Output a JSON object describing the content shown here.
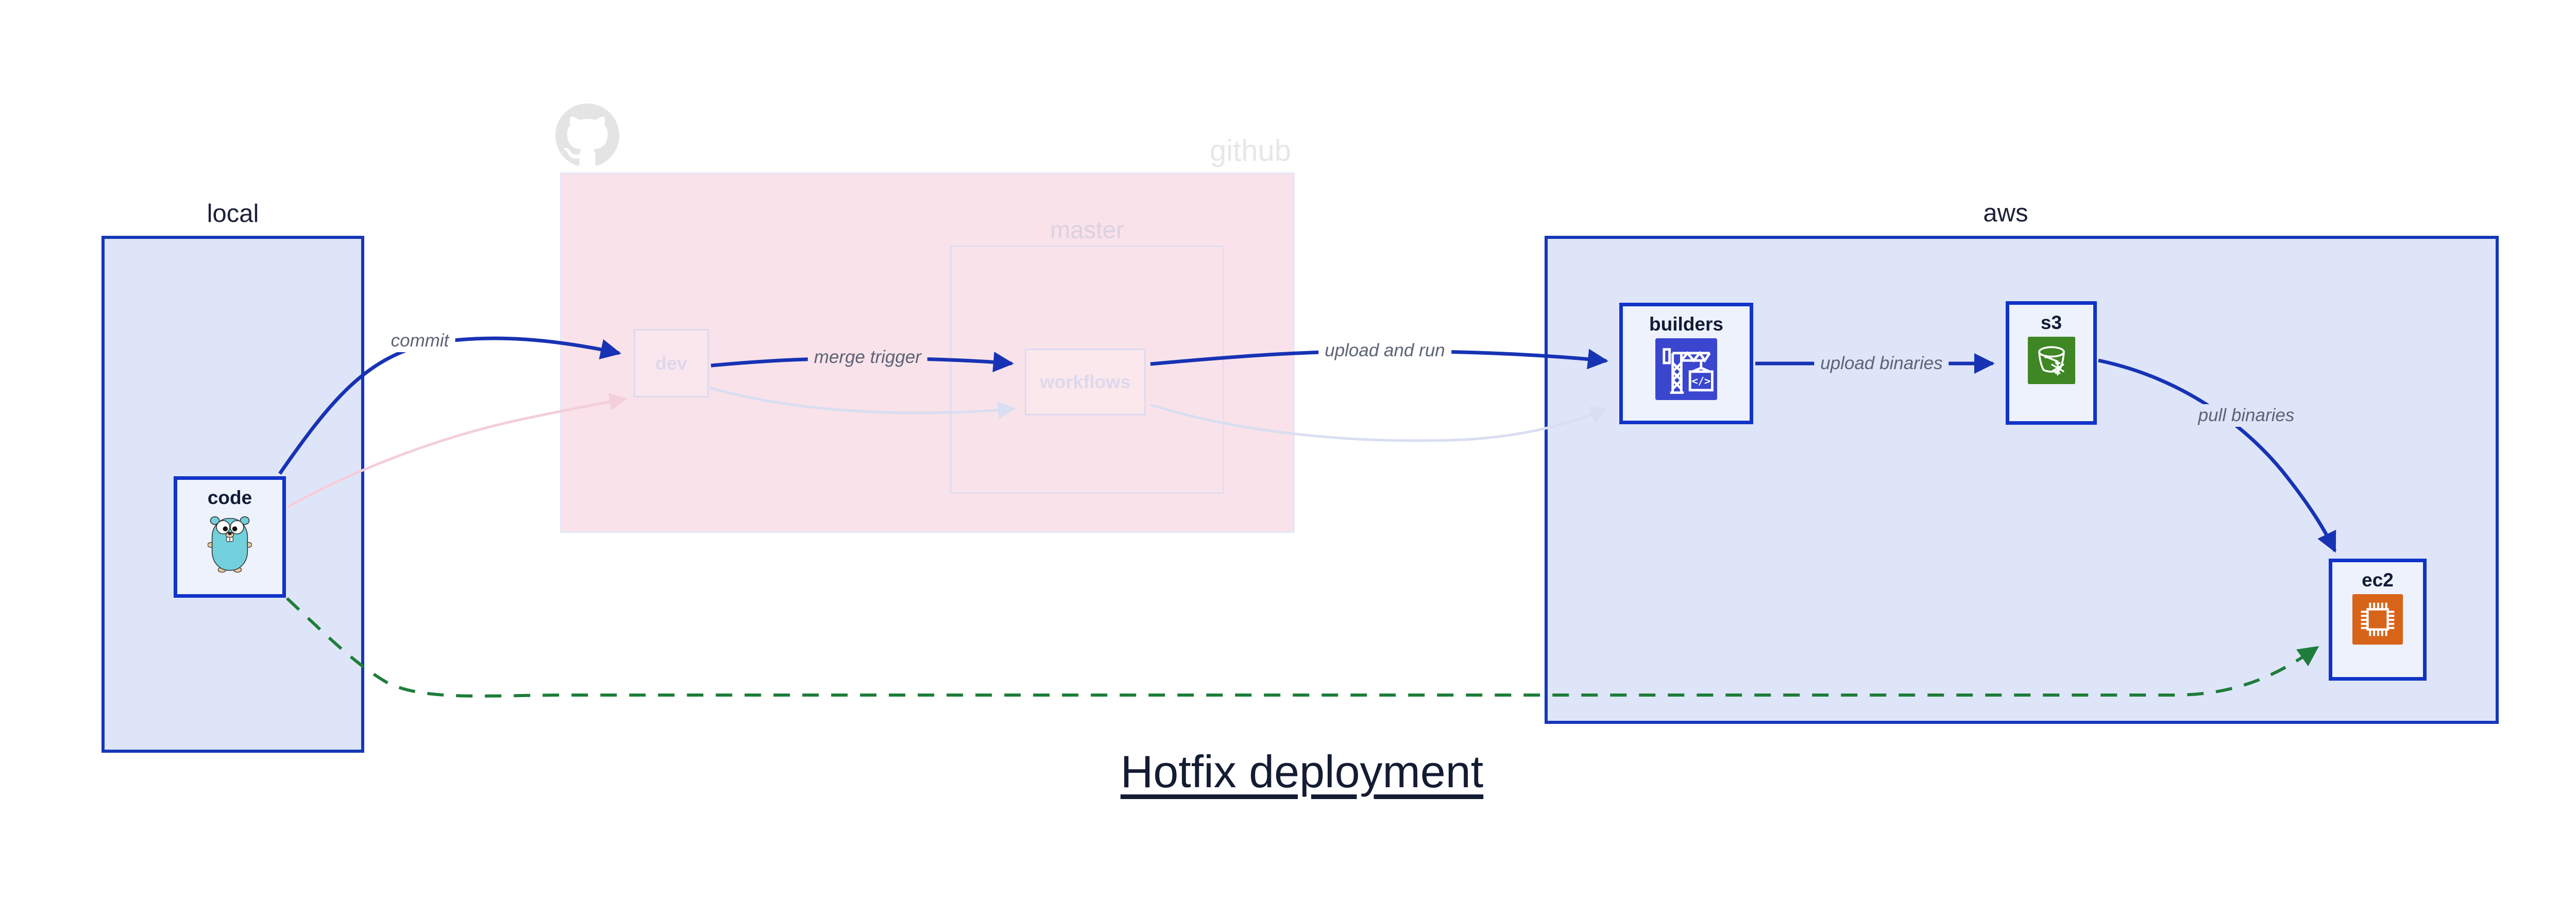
{
  "title": {
    "text": "Hotfix deployment"
  },
  "containers": {
    "local": {
      "label": "local"
    },
    "github": {
      "label": "github"
    },
    "master": {
      "label": "master"
    },
    "aws": {
      "label": "aws"
    }
  },
  "nodes": {
    "code": {
      "label": "code",
      "icon": "go-gopher-icon"
    },
    "dev": {
      "label": "dev"
    },
    "workflows": {
      "label": "workflows"
    },
    "builders": {
      "label": "builders",
      "icon": "codebuild-crane-icon",
      "icon_text": "</>"
    },
    "s3": {
      "label": "s3",
      "icon": "s3-glacier-bucket-icon"
    },
    "ec2": {
      "label": "ec2",
      "icon": "ec2-chip-icon"
    }
  },
  "edges": {
    "commit": {
      "label": "commit"
    },
    "merge_trigger": {
      "label": "merge trigger"
    },
    "upload_and_run": {
      "label": "upload and run"
    },
    "upload_binaries": {
      "label": "upload binaries"
    },
    "pull_binaries": {
      "label": "pull binaries"
    }
  },
  "colors": {
    "container_fill": "#dfe5f8",
    "container_border": "#1537b8",
    "node_fill": "#eef2fc",
    "node_border": "#1034c8",
    "edge_blue": "#1733b4",
    "hotfix_green": "#1e7d3a",
    "faded_pink_region": "#f9e2e9",
    "faded_pink_edge": "#f4cedb",
    "faded_lavender_edge": "#d9def2",
    "label_gray": "#5c6377",
    "title_navy": "#141c33",
    "github_gray": "#e4e4e4",
    "builders_icon": "#3b46cf",
    "s3_icon": "#3f8624",
    "ec2_icon": "#d8641a",
    "gopher_teal": "#72d0dd"
  }
}
